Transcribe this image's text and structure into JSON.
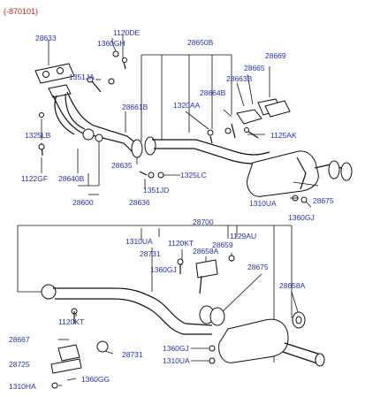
{
  "header": {
    "date_code": "(-870101)"
  },
  "labels": {
    "l28633": "28633",
    "l1120DE": "1120DE",
    "l1360GH": "1360GH",
    "l28650B": "28650B",
    "l28669": "28669",
    "l1351JA": "1351JA",
    "l28665": "28665",
    "l28663B": "28663B",
    "l28664B": "28664B",
    "l28661B": "28661B",
    "l1320AA": "1320AA",
    "l1325LB": "1325LB",
    "l1125AK": "1125AK",
    "l28635": "28635",
    "l1122GF": "1122GF",
    "l28640B": "28640B",
    "l1325LC": "1325LC",
    "l1351JD": "1351JD",
    "l28600": "28600",
    "l28636": "28636",
    "l28675a": "28675",
    "l1310UAa": "1310UA",
    "l1360GJa": "1360GJ",
    "l28700": "28700",
    "l1310UAb": "1310UA",
    "l1129AU": "1129AU",
    "l1120KTa": "1120KT",
    "l28659": "28659",
    "l28731a": "28731",
    "l28658Aa": "28658A",
    "l1360GJb": "1360GJ",
    "l28675b": "28675",
    "l28658Ab": "28658A",
    "l1120KTb": "1120KT",
    "l28667": "28667",
    "l28731b": "28731",
    "l1360GJc": "1360GJ",
    "l1310UAc": "1310UA",
    "l28725": "28725",
    "l1310HA": "1310HA",
    "l1360GG": "1360GG"
  }
}
